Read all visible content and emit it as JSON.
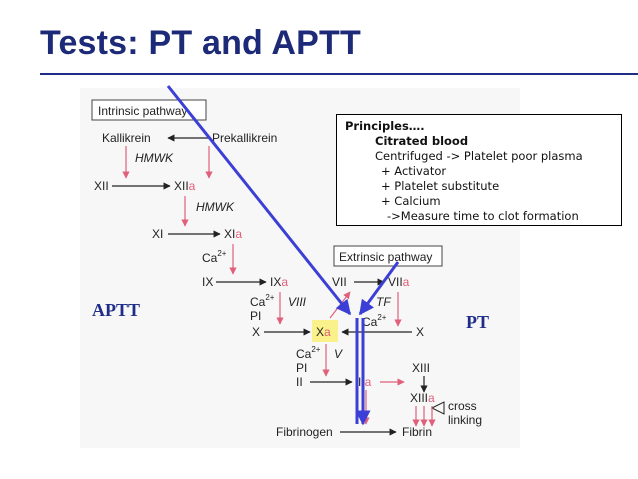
{
  "slide": {
    "title": "Tests: PT and APTT"
  },
  "principles": {
    "header": "Principles….",
    "lines": [
      "Citrated blood",
      "Centrifuged -> Platelet poor plasma",
      "+ Activator",
      "+ Platelet substitute",
      "+ Calcium",
      "->Measure time to clot formation"
    ]
  },
  "labels": {
    "aptt": "APTT",
    "pt": "PT"
  },
  "diagram": {
    "intrinsic_box": "Intrinsic pathway",
    "extrinsic_box": "Extrinsic pathway",
    "kallikrein": "Kallikrein",
    "prekallikrein": "Prekallikrein",
    "hmwk": "HMWK",
    "xii": "XII",
    "xii_base": "XII",
    "xii_suffix": "a",
    "xi": "XI",
    "xi_base": "XI",
    "xi_suffix": "a",
    "ca_base": "Ca",
    "ca_sup": "2+",
    "ix": "IX",
    "ix_base": "IX",
    "ix_suffix": "a",
    "vii": "VII",
    "vii_base": "VII",
    "vii_suffix": "a",
    "tf": "TF",
    "viii": "VIII",
    "pl": "PI",
    "x": "X",
    "xa_base": "X",
    "xa_suffix": "a",
    "v": "V",
    "ii": "II",
    "iia_base": "II",
    "iia_suffix": "a",
    "xiii": "XIII",
    "xiiia_base": "XIII",
    "xiiia_suffix": "a",
    "cross": "cross",
    "linking": "linking",
    "fibrinogen": "Fibrinogen",
    "fibrin": "Fibrin"
  },
  "colors": {
    "title": "#1c2a78",
    "arrow_blue": "#3b3fd6",
    "factor_pink": "#e0607a",
    "xa_highlight": "#fbf18a"
  }
}
